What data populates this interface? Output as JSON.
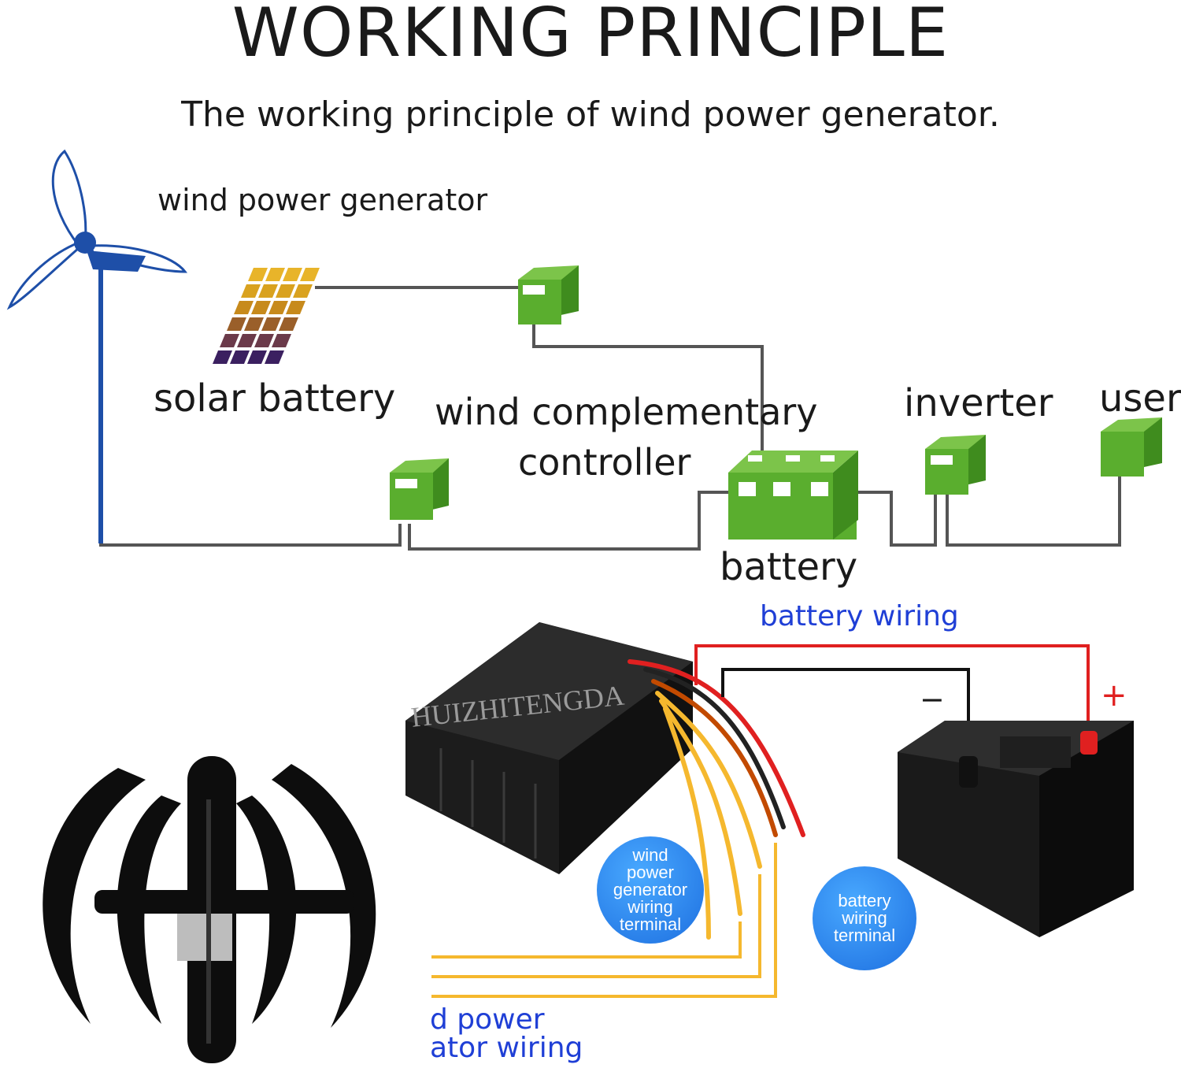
{
  "header": {
    "title": "WORKING PRINCIPLE",
    "subtitle": "The working principle of wind power generator."
  },
  "diagram": {
    "labels": {
      "wind_power_generator": "wind power generator",
      "solar_battery": "solar battery",
      "controller_line1": "wind complementary",
      "controller_line2": "controller",
      "inverter": "inverter",
      "user": "user",
      "battery": "battery"
    },
    "colors": {
      "box_green": "#5aae2e",
      "box_dark_green": "#3f8c1e",
      "wire_gray": "#555555",
      "turbine_blue": "#1e4fa8"
    }
  },
  "product": {
    "watermark": "HUIZHITENGDA",
    "battery_wiring": "battery wiring",
    "minus_sign": "−",
    "plus_sign": "+",
    "generator_terminal": [
      "wind",
      "power",
      "generator",
      "wiring",
      "terminal"
    ],
    "battery_terminal": [
      "battery",
      "wiring",
      "terminal"
    ],
    "bottom_line1": "d power",
    "bottom_line2": "ator wiring",
    "colors": {
      "label_blue": "#1f3fd6",
      "circle_blue": "#2b8cf2",
      "wire_red": "#e02020",
      "wire_yellow": "#f5b82e"
    }
  }
}
